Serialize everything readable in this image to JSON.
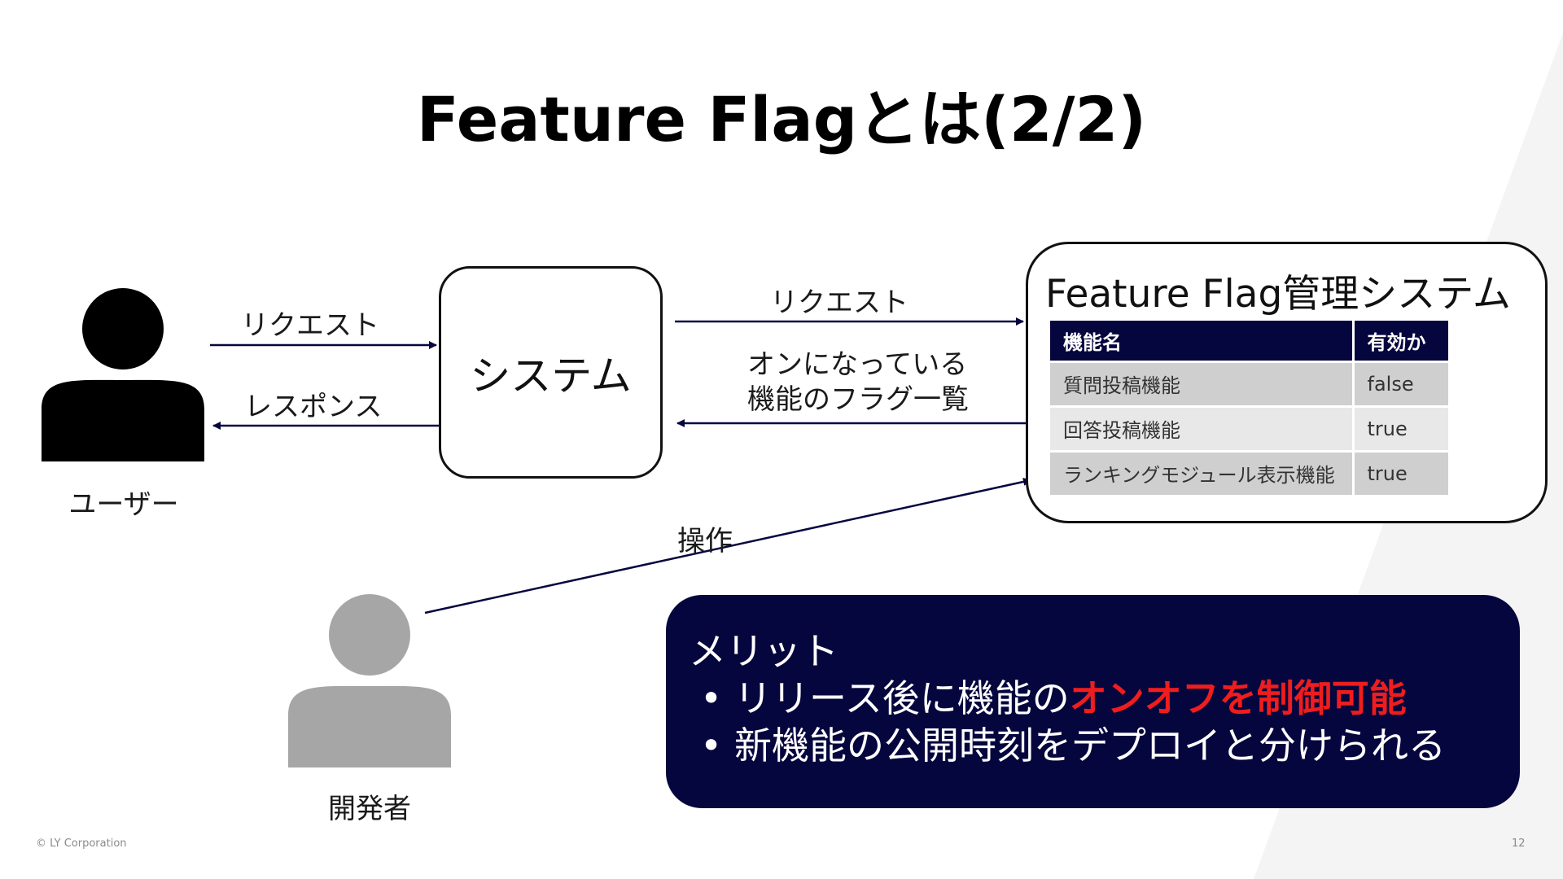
{
  "slide": {
    "title": "Feature Flagとは(2/2)",
    "footer": "© LY Corporation",
    "page_number": "12"
  },
  "actors": {
    "user_label": "ユーザー",
    "developer_label": "開発者"
  },
  "system_box": {
    "label": "システム"
  },
  "arrows": {
    "user_request": "リクエスト",
    "user_response": "レスポンス",
    "system_request": "リクエスト",
    "flag_response_line1": "オンになっている",
    "flag_response_line2": "機能のフラグ一覧",
    "operate": "操作"
  },
  "feature_flag_system": {
    "title": "Feature Flag管理システム",
    "columns": [
      "機能名",
      "有効か"
    ],
    "rows": [
      {
        "name": "質問投稿機能",
        "enabled": "false"
      },
      {
        "name": "回答投稿機能",
        "enabled": "true"
      },
      {
        "name": "ランキングモジュール表示機能",
        "enabled": "true"
      }
    ]
  },
  "merit": {
    "title": "メリット",
    "bullet_symbol": "•",
    "item1_text": "リリース後に機能の",
    "item1_emphasis": "オンオフを制御可能",
    "item2_text": "新機能の公開時刻をデプロイと分けられる"
  },
  "colors": {
    "navy": "#06063e",
    "accent_red": "#ef1d1d",
    "table_header": "#06063e",
    "developer_gray": "#a6a6a6"
  }
}
